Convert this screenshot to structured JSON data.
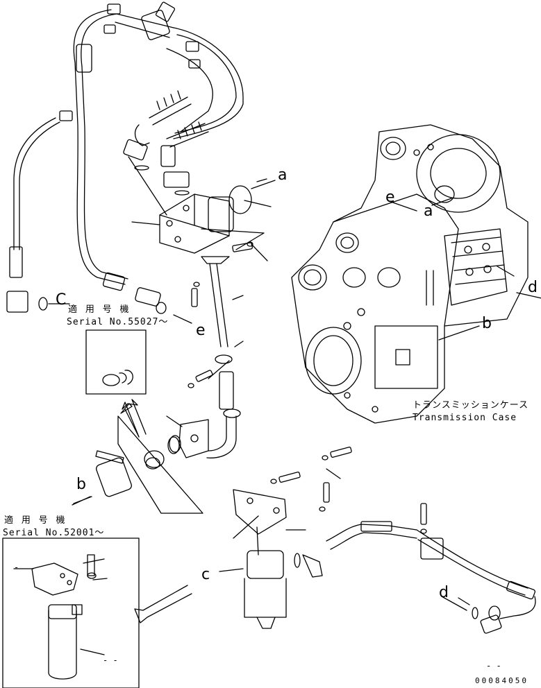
{
  "callouts": {
    "a_top": "a",
    "a_mid": "a",
    "b_right": "b",
    "b_left": "b",
    "c_left": "C",
    "c_bottom": "c",
    "d_right": "d",
    "d_bottom": "d",
    "e_left": "e",
    "e_mid": "e"
  },
  "serial_notes": [
    {
      "jp": "適 用 号 機",
      "serial": "Serial No.55027～"
    },
    {
      "jp": "適 用 号 機",
      "serial": "Serial No.52001～"
    }
  ],
  "transmission_case": {
    "jp": "トランスミッションケース",
    "en": "Transmission Case"
  },
  "drawing_code": "00084050",
  "marks": {
    "dash_small": "-",
    "dash_pair": "- -",
    "dots": "- -"
  }
}
